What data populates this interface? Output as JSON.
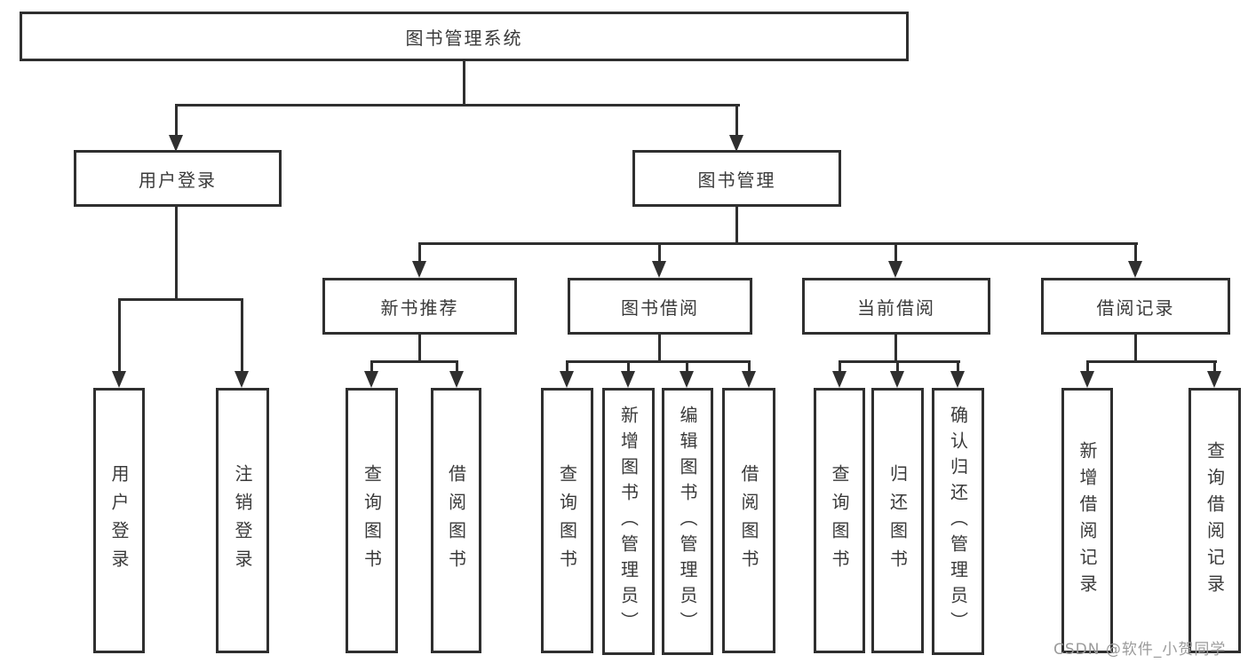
{
  "diagram_title": "图书管理系统",
  "nodes": {
    "root": {
      "label": "图书管理系统"
    },
    "level2": [
      {
        "label": "用户登录"
      },
      {
        "label": "图书管理"
      }
    ],
    "level3": [
      {
        "label": "新书推荐"
      },
      {
        "label": "图书借阅"
      },
      {
        "label": "当前借阅"
      },
      {
        "label": "借阅记录"
      }
    ],
    "leaves": [
      {
        "label": "用户登录"
      },
      {
        "label": "注销登录"
      },
      {
        "label": "查询图书"
      },
      {
        "label": "借阅图书"
      },
      {
        "label": "查询图书"
      },
      {
        "label": "新增图书（管理员）"
      },
      {
        "label": "编辑图书（管理员）"
      },
      {
        "label": "借阅图书"
      },
      {
        "label": "查询图书"
      },
      {
        "label": "归还图书"
      },
      {
        "label": "确认归还（管理员）"
      },
      {
        "label": "新增借阅记录"
      },
      {
        "label": "查询借阅记录"
      }
    ]
  },
  "watermark": {
    "text": "CSDN @软件_小贺同学"
  },
  "colors": {
    "line": "#2f2f2f",
    "box_border": "#2f2f2f",
    "text": "#3a3a3a",
    "watermark": "#9b9b9b",
    "background": "#ffffff"
  }
}
